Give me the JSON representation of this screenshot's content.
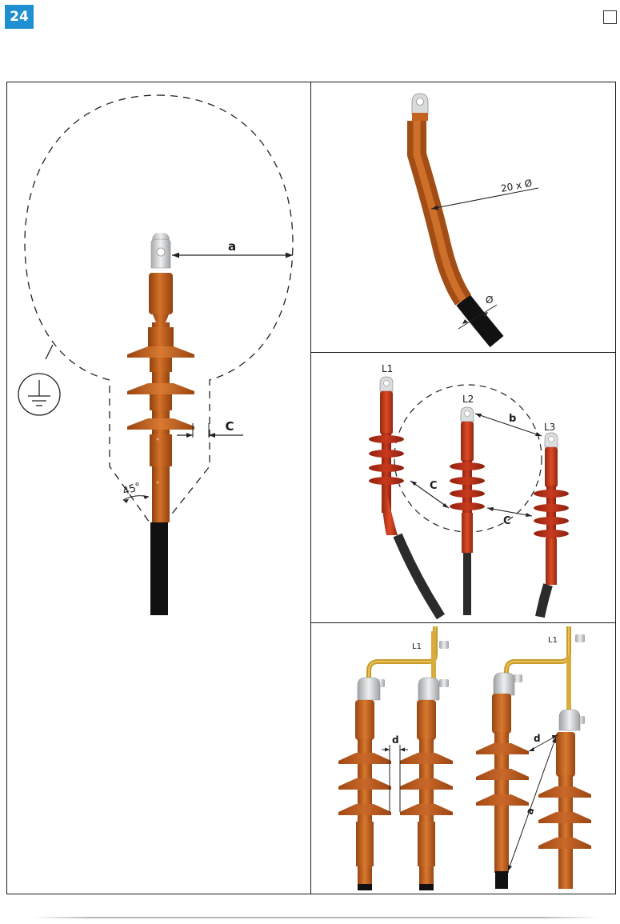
{
  "page": {
    "number": "24"
  },
  "figures": {
    "clearance": {
      "label_a": "a",
      "label_c": "C",
      "label_angle": "45°"
    },
    "bending": {
      "label_radius": "20 x Ø",
      "label_diameter": "Ø"
    },
    "three_phase": {
      "label_l1": "L1",
      "label_l2": "L2",
      "label_l3": "L3",
      "label_b": "b",
      "label_c1": "C",
      "label_c2": "C"
    },
    "busbar": {
      "label_l1_left": "L1",
      "label_l1_right": "L1",
      "label_d_left": "d",
      "label_d_right": "d",
      "label_a_right": "a"
    }
  },
  "colors": {
    "insulator": "#c4621f",
    "insulator_dark": "#9a4612",
    "insulator_red": "#c8391e",
    "cable": "#111111",
    "lug": "#d4d6d8",
    "bar": "#d6a73a",
    "accent": "#1e8fd0"
  }
}
